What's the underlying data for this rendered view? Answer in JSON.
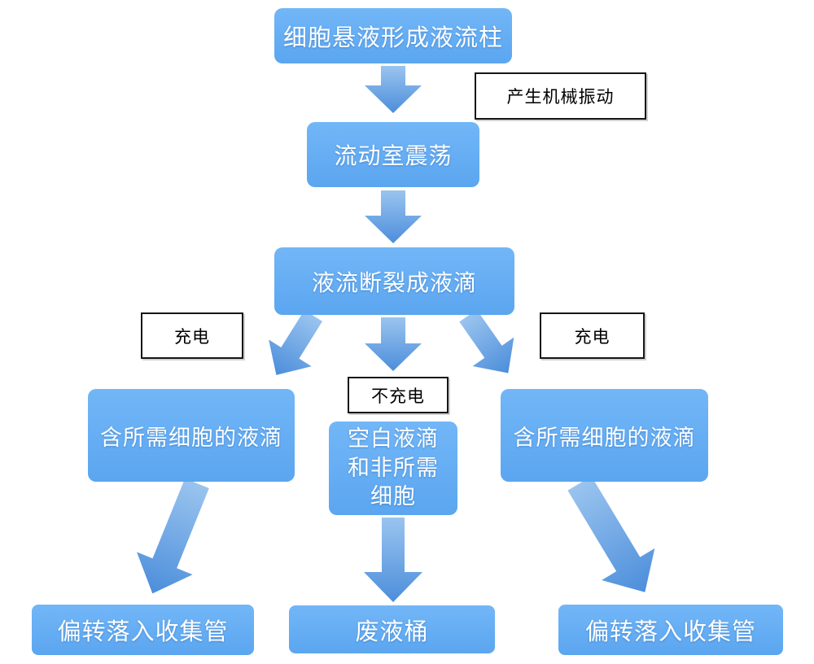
{
  "diagram": {
    "type": "flowchart",
    "topic": "droplet-cell-sorting-process",
    "nodes": {
      "cell_suspension": {
        "label": "细胞悬液形成液流柱"
      },
      "oscillation": {
        "label": "流动室震荡"
      },
      "break_droplets": {
        "label": "液流断裂成液滴"
      },
      "left_droplet": {
        "label": "含所需细胞的液滴"
      },
      "mid_droplet": {
        "label": "空白液滴\n和非所需\n细胞"
      },
      "right_droplet": {
        "label": "含所需细胞的液滴"
      },
      "bottom_left": {
        "label": "偏转落入收集管"
      },
      "waste": {
        "label": "废液桶"
      },
      "bottom_right": {
        "label": "偏转落入收集管"
      }
    },
    "callouts": {
      "vibration": {
        "label": "产生机械振动"
      },
      "charge_left": {
        "label": "充电"
      },
      "charge_right": {
        "label": "充电"
      },
      "no_charge": {
        "label": "不充电"
      }
    },
    "arrows": [
      {
        "name": "arrow-suspension-to-oscillation",
        "from": "cell_suspension",
        "to": "oscillation"
      },
      {
        "name": "arrow-oscillation-to-break",
        "from": "oscillation",
        "to": "break_droplets"
      },
      {
        "name": "arrow-break-to-left",
        "from": "break_droplets",
        "to": "left_droplet"
      },
      {
        "name": "arrow-break-to-mid",
        "from": "break_droplets",
        "to": "mid_droplet"
      },
      {
        "name": "arrow-break-to-right",
        "from": "break_droplets",
        "to": "right_droplet"
      },
      {
        "name": "arrow-left-to-collect",
        "from": "left_droplet",
        "to": "bottom_left"
      },
      {
        "name": "arrow-mid-to-waste",
        "from": "mid_droplet",
        "to": "waste"
      },
      {
        "name": "arrow-right-to-collect",
        "from": "right_droplet",
        "to": "bottom_right"
      }
    ],
    "colors": {
      "node_fill_top": "#72B6F7",
      "node_fill_bottom": "#5BA6F0",
      "node_text": "#FFFFFF",
      "arrow_gradient_start": "#9AC4EF",
      "arrow_gradient_end": "#4C8EDB",
      "callout_bg": "#FFFFFF",
      "callout_border": "#161616",
      "callout_text": "#000000",
      "background": "#FFFFFF"
    }
  }
}
